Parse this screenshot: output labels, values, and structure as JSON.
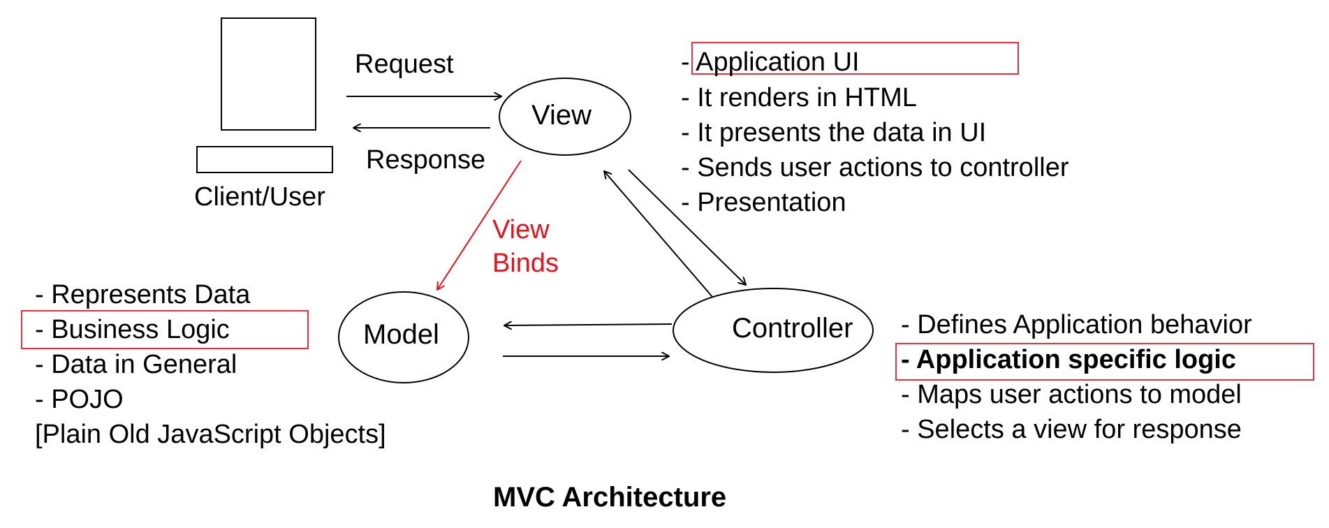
{
  "client": {
    "label": "Client/User"
  },
  "arrows": {
    "request": "Request",
    "response": "Response",
    "view_binds_line1": "View",
    "view_binds_line2": "Binds"
  },
  "nodes": {
    "view": "View",
    "model": "Model",
    "controller": "Controller"
  },
  "view_notes": [
    "- Application UI",
    "- It renders in HTML",
    "- It presents the data in UI",
    "- Sends user actions to controller",
    "- Presentation"
  ],
  "model_notes": [
    "- Represents Data",
    "- Business Logic",
    "- Data in General",
    "- POJO",
    "[Plain Old JavaScript Objects]"
  ],
  "controller_notes": [
    "- Defines Application behavior",
    "- Application specific logic",
    "- Maps user actions to model",
    "- Selects a view for response"
  ],
  "title": "MVC Architecture",
  "colors": {
    "highlight": "#e8303a",
    "binds": "#e8101a"
  }
}
